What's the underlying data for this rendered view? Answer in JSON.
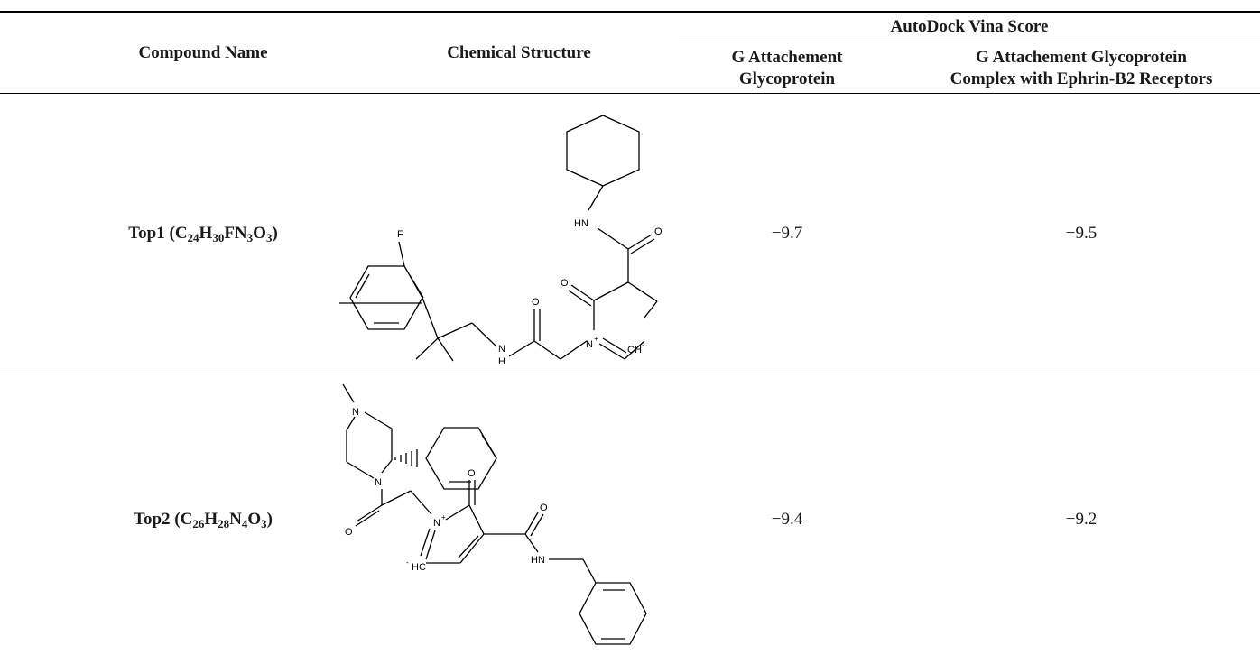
{
  "table": {
    "headers": {
      "compound_name": "Compound Name",
      "chemical_structure": "Chemical Structure",
      "score_group": "AutoDock Vina Score",
      "col_g_line1": "G Attachement",
      "col_g_line2": "Glycoprotein",
      "col_complex_line1": "G Attachement Glycoprotein",
      "col_complex_line2": "Complex with Ephrin-B2 Receptors"
    },
    "rows": [
      {
        "name_prefix": "Top1 (",
        "formula": [
          {
            "t": "C",
            "s": "24"
          },
          {
            "t": "H",
            "s": "30"
          },
          {
            "t": "FN",
            "s": "3"
          },
          {
            "t": "O",
            "s": "3"
          }
        ],
        "name_suffix": ")",
        "score_g": "−9.7",
        "score_complex": "−9.5",
        "atoms": {
          "f": "F",
          "hn": "HN",
          "o1": "O",
          "o2": "O",
          "o3": "O",
          "nh": "N",
          "h": "H",
          "nplus": "N",
          "plus": "+",
          "ch": "CH",
          "minus": "-"
        }
      },
      {
        "name_prefix": "Top2 (",
        "formula": [
          {
            "t": "C",
            "s": "26"
          },
          {
            "t": "H",
            "s": "28"
          },
          {
            "t": "N",
            "s": "4"
          },
          {
            "t": "O",
            "s": "3"
          }
        ],
        "name_suffix": ")",
        "score_g": "−9.4",
        "score_complex": "−9.2",
        "atoms": {
          "n1": "N",
          "n2": "N",
          "o1": "O",
          "o2": "O",
          "o3": "O",
          "nplus": "N",
          "plus": "+",
          "hc": "HC",
          "minus": "-",
          "hn": "HN"
        }
      }
    ]
  }
}
